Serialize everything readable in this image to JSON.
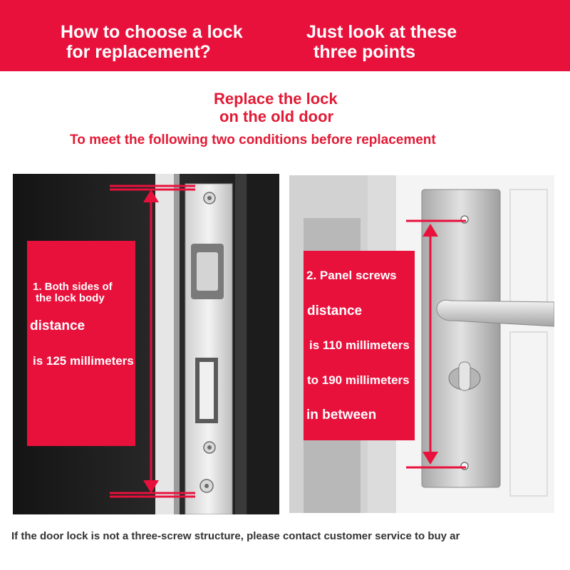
{
  "banner": {
    "left_line1": "How to choose a lock",
    "left_line2": "for replacement?",
    "right_line1": "Just look at these",
    "right_line2": "three points"
  },
  "subheading": {
    "line1": "Replace the lock",
    "line2": "on the old door",
    "conditions": "To meet the following two conditions before replacement"
  },
  "panel_left": {
    "line1": "1. Both sides of",
    "line2": "the lock body",
    "line3": "distance",
    "line4": "is 125 millimeters"
  },
  "panel_right": {
    "line1": "2. Panel screws",
    "line2": "distance",
    "line3": "is 110 millimeters",
    "line4": "to 190 millimeters",
    "line5": "in between"
  },
  "footer": {
    "note": "If the door lock is not a three-screw structure, please contact customer service to buy ar"
  },
  "colors": {
    "brand_red": "#e8113c",
    "heading_red": "#e21a35",
    "measure_red": "#e8113c"
  }
}
